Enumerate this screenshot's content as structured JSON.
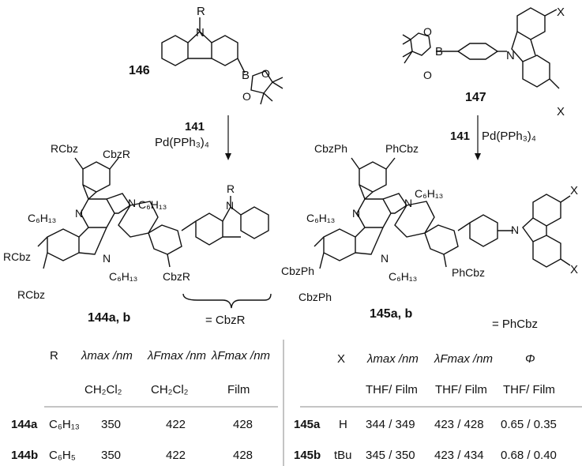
{
  "left_scheme": {
    "start_compound": {
      "id": "146",
      "N_sub": "R",
      "N": "N",
      "B": "B",
      "O1": "O",
      "O2": "O"
    },
    "reagent": {
      "compound": "141",
      "catalyst": "Pd(PPh₃)₄"
    },
    "product": {
      "id": "144a, b",
      "labels": {
        "top_left": "RCbz",
        "top_right": "CbzR",
        "left_N": "C₆H₁₃",
        "top_N": "C₆H₁₃",
        "bottom_N": "C₆H₁₃",
        "left_mid": "RCbz",
        "left_bottom": "RCbz",
        "right_sub": "CbzR",
        "N": "N",
        "carbazole_R": "R"
      },
      "brace_label": "= CbzR"
    }
  },
  "right_scheme": {
    "start_compound": {
      "id": "147",
      "X1": "X",
      "X2": "X",
      "N": "N",
      "B": "B",
      "O1": "O",
      "O2": "O"
    },
    "reagent": {
      "compound": "141",
      "catalyst": "Pd(PPh₃)₄"
    },
    "product": {
      "id": "145a, b",
      "labels": {
        "top_left": "CbzPh",
        "top_right": "PhCbz",
        "left_N": "C₆H₁₃",
        "top_N": "C₆H₁₃",
        "bottom_N": "C₆H₁₃",
        "left_mid": "CbzPh",
        "left_bottom": "CbzPh",
        "right_sub": "PhCbz",
        "X1": "X",
        "X2": "X",
        "N": "N"
      },
      "brace_label": "= PhCbz"
    }
  },
  "table_left": {
    "headers": [
      "R",
      "λmax /nm",
      "λFmax /nm",
      "λFmax /nm"
    ],
    "subheaders": [
      "CH₂Cl₂",
      "CH₂Cl₂",
      "Film"
    ],
    "rows": [
      {
        "id": "144a",
        "R": "C₆H₁₃",
        "abs": "350",
        "fl_sol": "422",
        "fl_film": "428"
      },
      {
        "id": "144b",
        "R": "C₆H₅",
        "abs": "350",
        "fl_sol": "422",
        "fl_film": "428"
      }
    ]
  },
  "table_right": {
    "headers": [
      "X",
      "λmax /nm",
      "λFmax /nm",
      "Φ"
    ],
    "subheaders": [
      "THF/ Film",
      "THF/ Film",
      "THF/ Film"
    ],
    "rows": [
      {
        "id": "145a",
        "X": "H",
        "abs": "344 / 349",
        "fl": "423 / 428",
        "phi": "0.65  / 0.35"
      },
      {
        "id": "145b",
        "X": "tBu",
        "abs": "345 / 350",
        "fl": "423 / 434",
        "phi": "0.68  / 0.40"
      }
    ]
  }
}
